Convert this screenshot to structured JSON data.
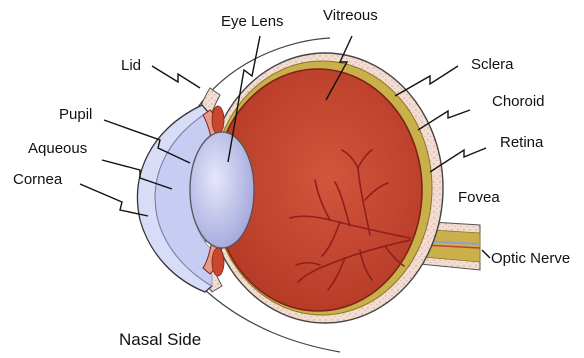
{
  "labels": {
    "eye_lens": "Eye Lens",
    "vitreous": "Vitreous",
    "lid": "Lid",
    "sclera": "Sclera",
    "choroid": "Choroid",
    "pupil": "Pupil",
    "retina": "Retina",
    "aqueous": "Aqueous",
    "cornea": "Cornea",
    "fovea": "Fovea",
    "optic_nerve": "Optic Nerve",
    "nasal_side": "Nasal Side"
  },
  "colors": {
    "vitreous": "#c9462f",
    "vitreous_edge": "#8f2a1c",
    "sclera": "#f3dcd2",
    "choroid": "#c9b04a",
    "retina_vessels": "#8e1f1f",
    "lens": "#b6b8e6",
    "cornea": "#d8dcf6",
    "optic_nerve": "#c9b04a"
  }
}
